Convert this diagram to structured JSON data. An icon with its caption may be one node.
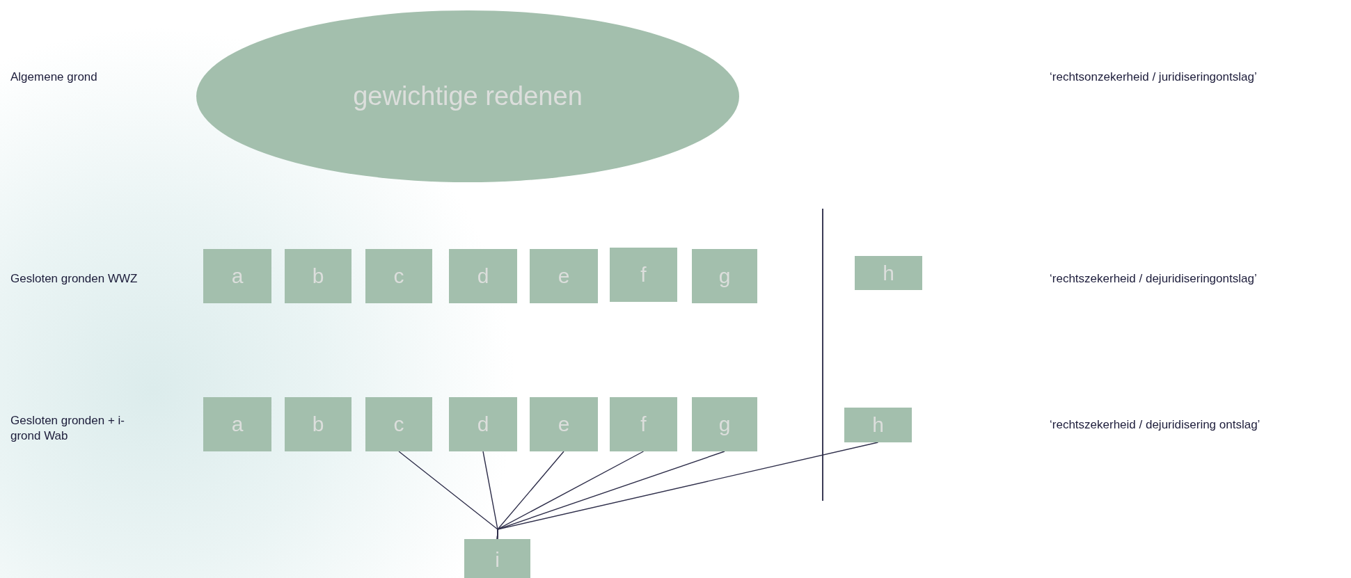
{
  "diagram": {
    "nodes": [
      {
        "text": [
          "gewichtige redenen"
        ]
      },
      {
        "text": [
          "a"
        ]
      },
      {
        "text": [
          "b"
        ]
      },
      {
        "text": [
          "c"
        ]
      },
      {
        "text": [
          "d"
        ]
      },
      {
        "text": [
          "e"
        ]
      },
      {
        "text": [
          "f"
        ]
      },
      {
        "text": [
          "g"
        ]
      },
      {
        "text": [
          "h"
        ]
      },
      {
        "text": [
          "a"
        ]
      },
      {
        "text": [
          "b"
        ]
      },
      {
        "text": [
          "c"
        ]
      },
      {
        "text": [
          "d"
        ]
      },
      {
        "text": [
          "e"
        ]
      },
      {
        "text": [
          "f"
        ]
      },
      {
        "text": [
          "g"
        ]
      },
      {
        "text": [
          "h"
        ]
      },
      {
        "text": [
          "i"
        ]
      }
    ],
    "edges": [
      {
        "from": 11,
        "to": 17,
        "arrow": "none"
      },
      {
        "from": 12,
        "to": 17,
        "arrow": "none"
      },
      {
        "from": 13,
        "to": 17,
        "arrow": "none"
      },
      {
        "from": 14,
        "to": 17,
        "arrow": "none"
      },
      {
        "from": 15,
        "to": 17,
        "arrow": "none"
      },
      {
        "from": 16,
        "to": 17,
        "arrow": "none"
      }
    ],
    "labels": [
      "Algemene grond",
      "‘rechtsonzekerheid / juridiseringontslag’",
      "Gesloten gronden WWZ",
      "‘rechtszekerheid / dejuridiseringontslag’",
      "Gesloten gronden + i-grond Wab",
      "‘rechtszekerheid / dejuridisering ontslag’"
    ]
  }
}
